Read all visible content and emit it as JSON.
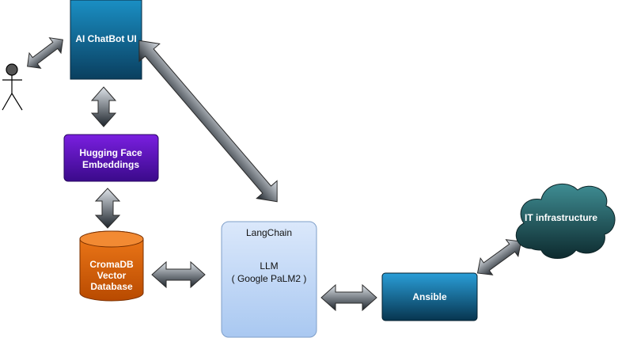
{
  "nodes": {
    "chatbot_ui": {
      "label": "AI ChatBot UI"
    },
    "hf_embeddings": {
      "label_line1": "Hugging Face",
      "label_line2": "Embeddings"
    },
    "cromadb": {
      "label_line1": "CromaDB",
      "label_line2": "Vector",
      "label_line3": "Database"
    },
    "langchain": {
      "title": "LangChain",
      "llm_line1": "LLM",
      "llm_line2": "( Google PaLM2 )"
    },
    "ansible": {
      "label": "Ansible"
    },
    "it_infra": {
      "label": "IT infrastructure"
    }
  },
  "colors": {
    "chatbot_fill_top": "#1a8fc4",
    "chatbot_fill_bottom": "#0a3f5f",
    "purple_top": "#7a1fe0",
    "purple_bottom": "#3a0a8a",
    "orange_top": "#f07a1a",
    "orange_bottom": "#b84a00",
    "langchain_top": "#dbe8fb",
    "langchain_bottom": "#a9c8f1",
    "ansible_top": "#2a9ed8",
    "ansible_bottom": "#07354f",
    "cloud_top": "#3f8d93",
    "cloud_bottom": "#0d2a2e",
    "arrow_light": "#dde2e8",
    "arrow_dark": "#1e252c"
  },
  "icons": [
    "user-stick-figure-icon",
    "cloud-icon",
    "database-cylinder-icon"
  ]
}
